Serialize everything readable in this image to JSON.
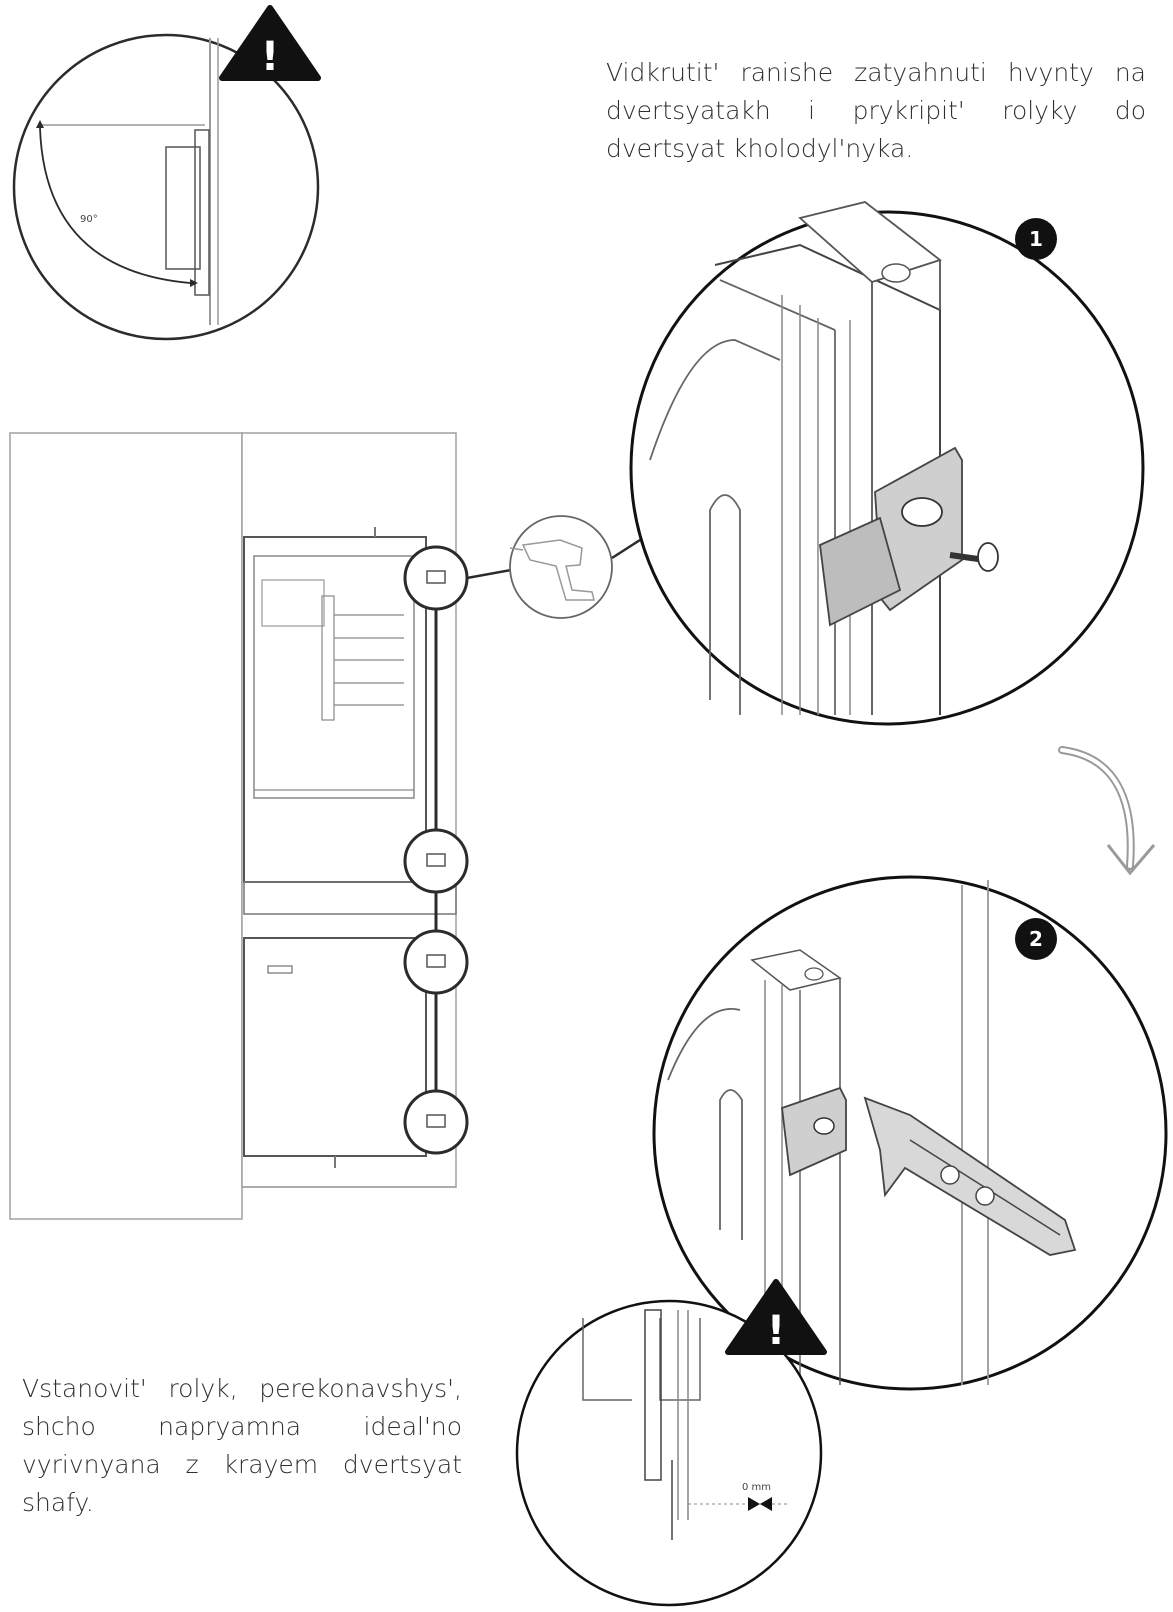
{
  "instructions": {
    "step_top": "Vidkrutit' ranishe zatyahnuti hvynty na dvertsyatakh i prykripit' rolyky do dvertsyat kholodyl'nyka.",
    "step_bottom": "Vstanovit' rolyk, perekonavshys', shcho napryamna ideal'no vyrivnyana z krayem dvertsyat shafy."
  },
  "badges": {
    "step1": "1",
    "step2": "2"
  },
  "warnings": {
    "symbol": "!"
  },
  "labels": {
    "angle": "90°",
    "gap": "0 mm"
  },
  "icons": {
    "warning_top": "warning-triangle-icon",
    "warning_bottom": "warning-triangle-icon",
    "drill": "drill-icon",
    "arrow": "curved-arrow-down-icon"
  },
  "colors": {
    "line": "#2b2b2b",
    "light_line": "#9a9a9a",
    "badge": "#111111",
    "fill_gray": "#cfcfcf"
  }
}
